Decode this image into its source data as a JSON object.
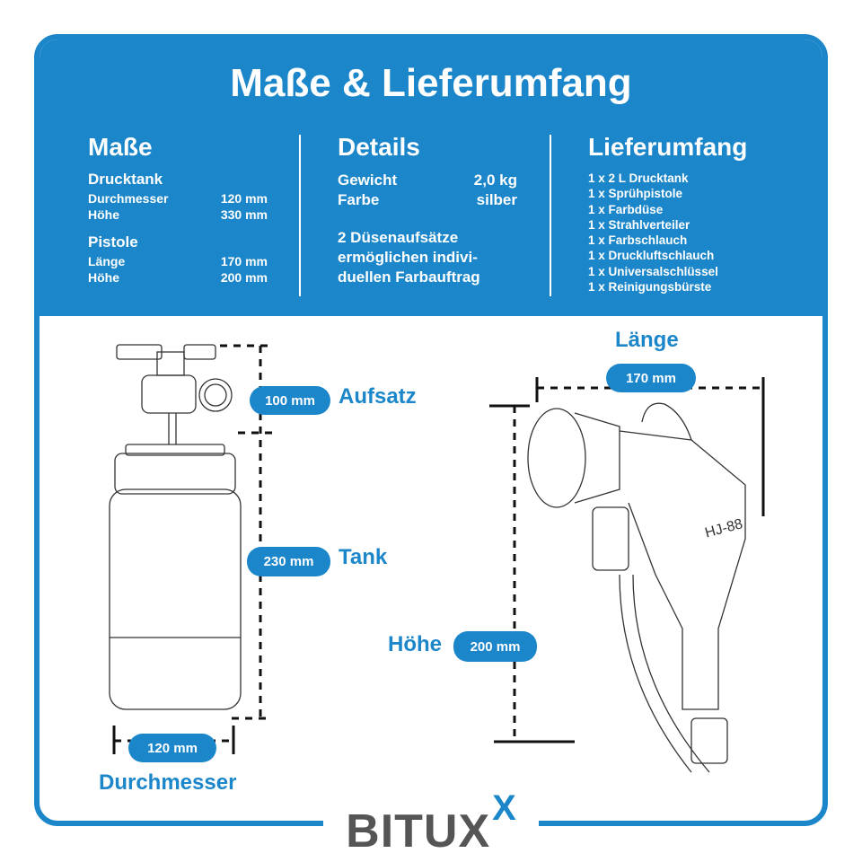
{
  "title": "Maße & Lieferumfang",
  "masse": {
    "heading": "Maße",
    "tank": {
      "heading": "Drucktank",
      "rows": [
        {
          "k": "Durchmesser",
          "v": "120 mm"
        },
        {
          "k": "Höhe",
          "v": "330 mm"
        }
      ]
    },
    "pistole": {
      "heading": "Pistole",
      "rows": [
        {
          "k": "Länge",
          "v": "170 mm"
        },
        {
          "k": "Höhe",
          "v": "200 mm"
        }
      ]
    }
  },
  "details": {
    "heading": "Details",
    "rows": [
      {
        "k": "Gewicht",
        "v": "2,0 kg"
      },
      {
        "k": "Farbe",
        "v": "silber"
      }
    ],
    "text": "2 Düsenaufsätze ermöglichen indivi- duellen Farbauftrag"
  },
  "lieferumfang": {
    "heading": "Lieferumfang",
    "items": [
      "1 x 2 L Drucktank",
      "1 x Sprühpistole",
      "1 x Farbdüse",
      "1 x Strahlverteiler",
      "1 x Farbschlauch",
      "1 x Druckluftschlauch",
      "1 x Universalschlüssel",
      "1 x Reinigungsbürste"
    ]
  },
  "diagram": {
    "aufsatz": {
      "value": "100 mm",
      "label": "Aufsatz"
    },
    "tank": {
      "value": "230 mm",
      "label": "Tank"
    },
    "durchmesser": {
      "value": "120 mm",
      "label": "Durchmesser"
    },
    "laenge": {
      "value": "170 mm",
      "label": "Länge"
    },
    "hoehe": {
      "value": "200 mm",
      "label": "Höhe"
    },
    "gun_model": "HJ-88"
  },
  "logo": {
    "text": "BITUX",
    "accent": "X"
  },
  "colors": {
    "brand": "#1b86c9"
  }
}
